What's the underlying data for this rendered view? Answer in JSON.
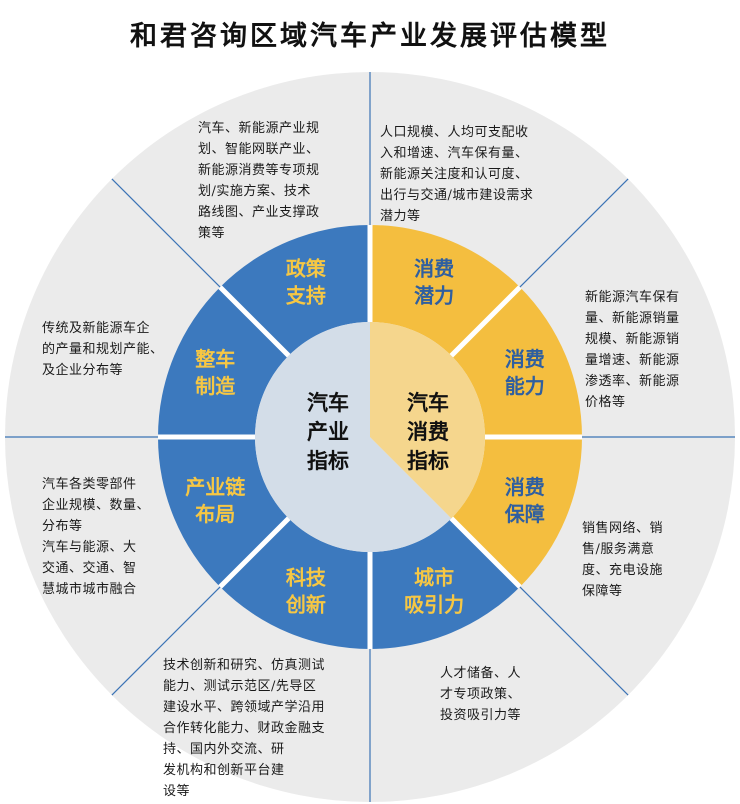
{
  "title": "和君咨询区域汽车产业发展评估模型",
  "colors": {
    "outer_ring": "#ebebeb",
    "industry_blue": "#3c79be",
    "consumer_yellow": "#f4be3f",
    "industry_center": "#d3dde8",
    "consumer_center": "#f5d68d",
    "blue_label_text": "#f6c744",
    "yellow_label_text": "#2f5fa0",
    "divider": "#3b73b5"
  },
  "center": {
    "industry": "汽车\n产业\n指标",
    "consumer": "汽车\n消费\n指标"
  },
  "segments": [
    {
      "label_line1": "消费",
      "label_line2": "潜力",
      "group": "consumer"
    },
    {
      "label_line1": "消费",
      "label_line2": "能力",
      "group": "consumer"
    },
    {
      "label_line1": "消费",
      "label_line2": "保障",
      "group": "consumer"
    },
    {
      "label_line1": "城市",
      "label_line2": "吸引力",
      "group": "industry"
    },
    {
      "label_line1": "科技",
      "label_line2": "创新",
      "group": "industry"
    },
    {
      "label_line1": "产业链",
      "label_line2": "布局",
      "group": "industry"
    },
    {
      "label_line1": "整车",
      "label_line2": "制造",
      "group": "industry"
    },
    {
      "label_line1": "政策",
      "label_line2": "支持",
      "group": "industry"
    }
  ],
  "descriptions": {
    "consumer_potential": "人口规模、人均可支配收\n入和增速、汽车保有量、\n新能源关注度和认可度、\n出行与交通/城市建设需求\n潜力等",
    "consumer_capacity": "新能源汽车保有\n量、新能源销量\n规模、新能源销\n量增速、新能源\n渗透率、新能源\n价格等",
    "consumer_guarantee": "销售网络、销\n售/服务满意\n度、充电设施\n保障等",
    "city_attraction": "人才储备、人\n才专项政策、\n投资吸引力等",
    "tech_innovation": "技术创新和研究、仿真测试\n能力、测试示范区/先导区\n建设水平、跨领域产学沿用\n合作转化能力、财政金融支\n持、国内外交流、研\n发机构和创新平台建\n设等",
    "industry_chain": "汽车各类零部件\n企业规模、数量、\n分布等\n汽车与能源、大\n交通、交通、智\n慧城市城市融合",
    "vehicle_manufacturing": "传统及新能源车企\n的产量和规划产能、\n及企业分布等",
    "policy_support": "汽车、新能源产业规\n划、智能网联产业、\n新能源消费等专项规\n划/实施方案、技术\n路线图、产业支撑政\n策等"
  }
}
